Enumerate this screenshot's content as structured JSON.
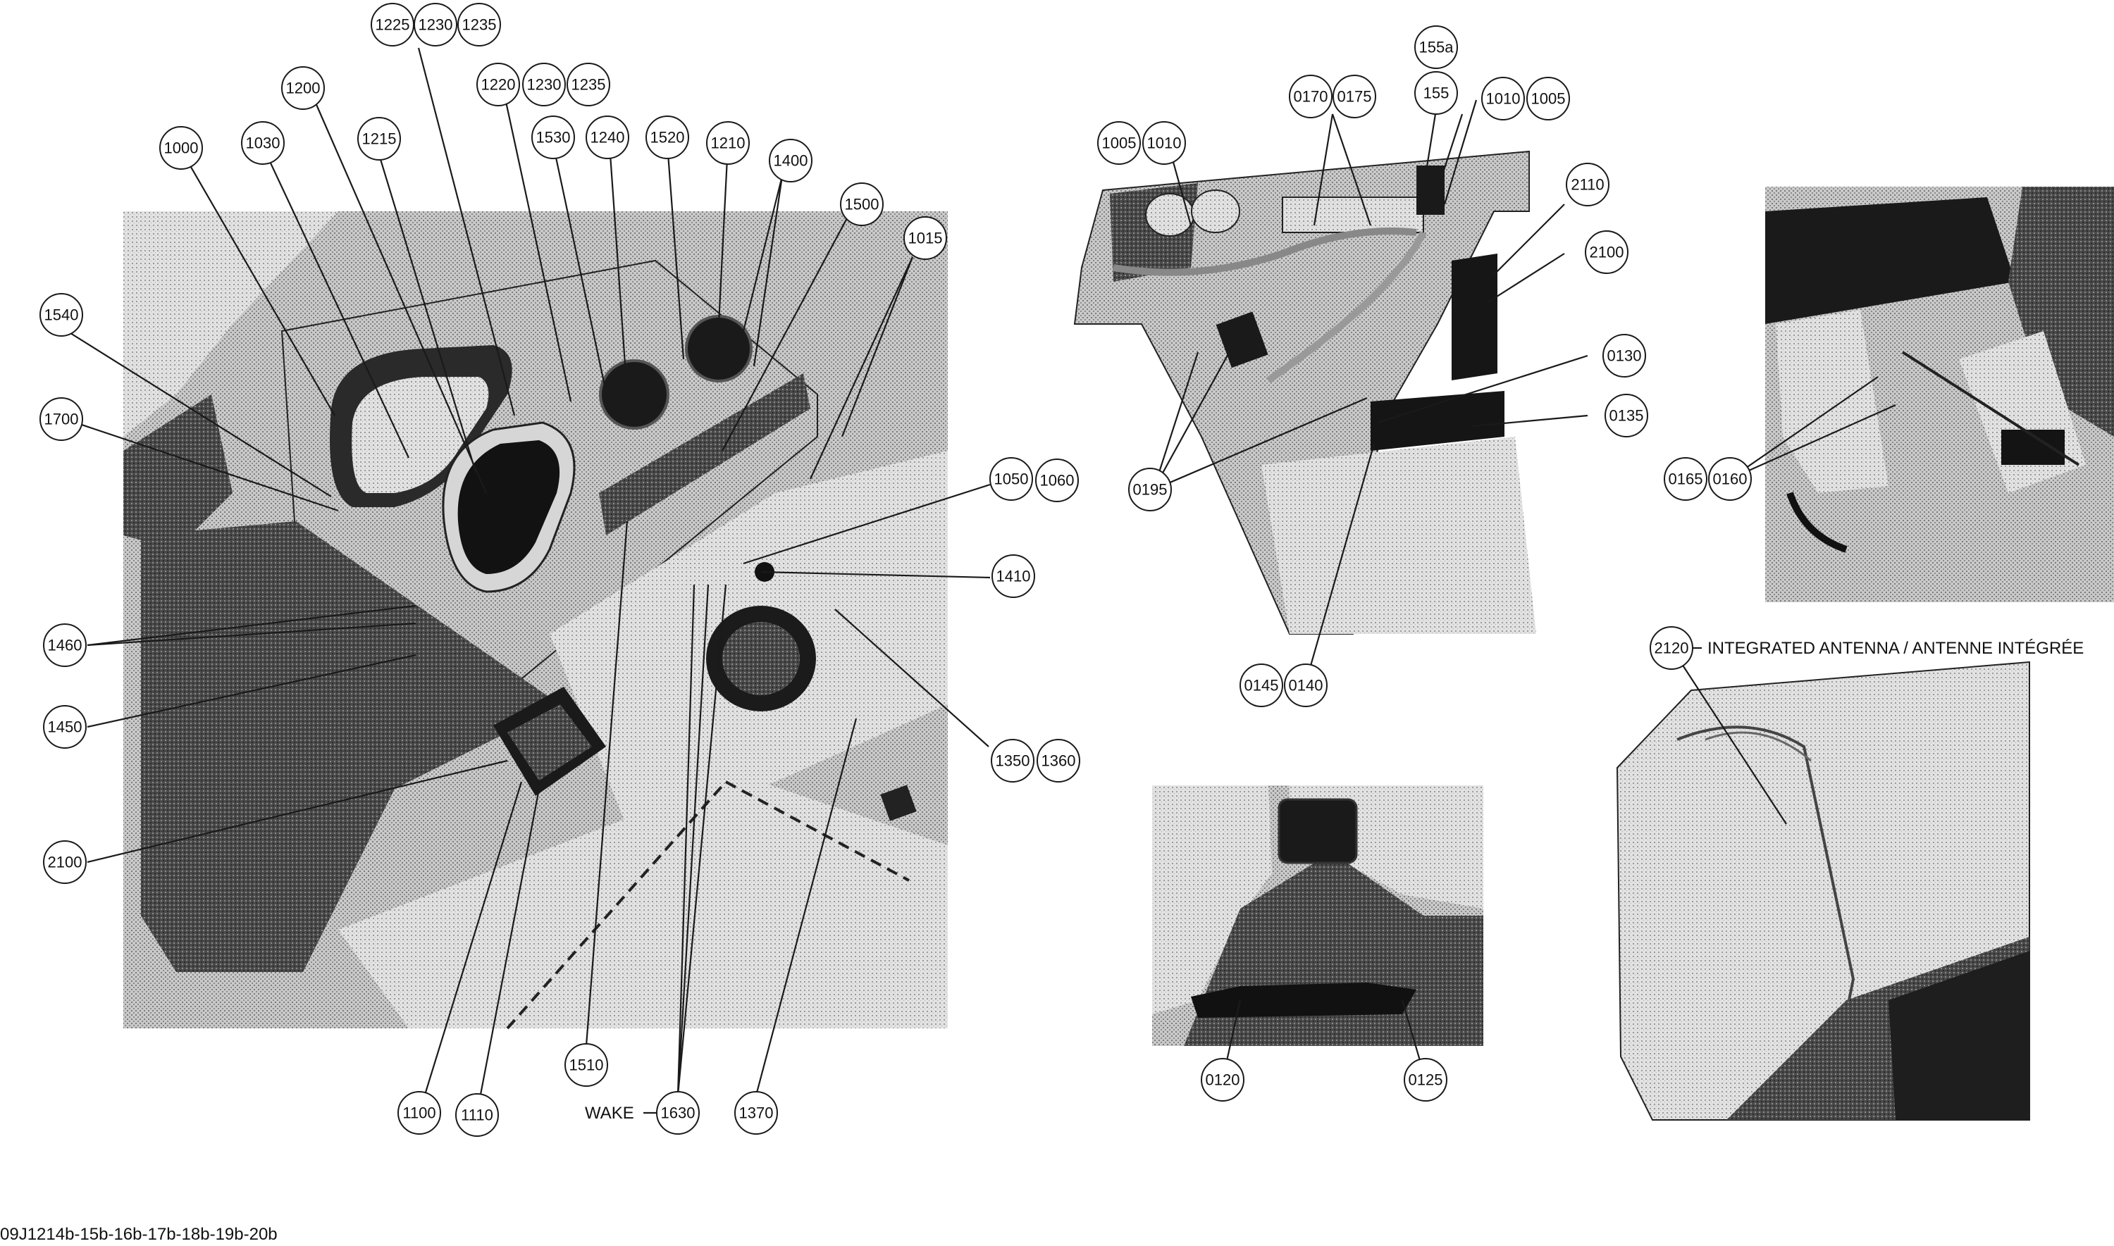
{
  "drawing_id": "09J1214b-15b-16b-17b-18b-19b-20b",
  "labels": {
    "wake": "WAKE",
    "antenna": "INTEGRATED ANTENNA / ANTENNE INTÉGRÉE"
  },
  "callouts": {
    "c1225": "1225",
    "c1230a": "1230",
    "c1235a": "1235",
    "c1220": "1220",
    "c1230b": "1230",
    "c1235b": "1235",
    "c1200": "1200",
    "c1000": "1000",
    "c1030": "1030",
    "c1215": "1215",
    "c1530": "1530",
    "c1240": "1240",
    "c1520": "1520",
    "c1210": "1210",
    "c1400": "1400",
    "c1500": "1500",
    "c1015": "1015",
    "c1540": "1540",
    "c1700": "1700",
    "c1050": "1050",
    "c1060": "1060",
    "c1410": "1410",
    "c1460": "1460",
    "c1450": "1450",
    "c1350": "1350",
    "c1360": "1360",
    "c2100a": "2100",
    "c1510": "1510",
    "c1100": "1100",
    "c1110": "1110",
    "c1630": "1630",
    "c1370": "1370",
    "c155a": "155a",
    "c0170": "0170",
    "c0175": "0175",
    "c155": "155",
    "c1010a": "1010",
    "c1005a": "1005",
    "c1005b": "1005",
    "c1010b": "1010",
    "c2110": "2110",
    "c2100b": "2100",
    "c0130": "0130",
    "c0135": "0135",
    "c0195": "0195",
    "c0145": "0145",
    "c0140": "0140",
    "c0165": "0165",
    "c0160": "0160",
    "c2120": "2120",
    "c0120": "0120",
    "c0125": "0125"
  },
  "colors": {
    "line": "#1a1a1a",
    "panel_light": "#d4d4d4",
    "panel_mid": "#9a9a9a",
    "panel_dark": "#3c3c3c",
    "panel_black": "#141414"
  }
}
